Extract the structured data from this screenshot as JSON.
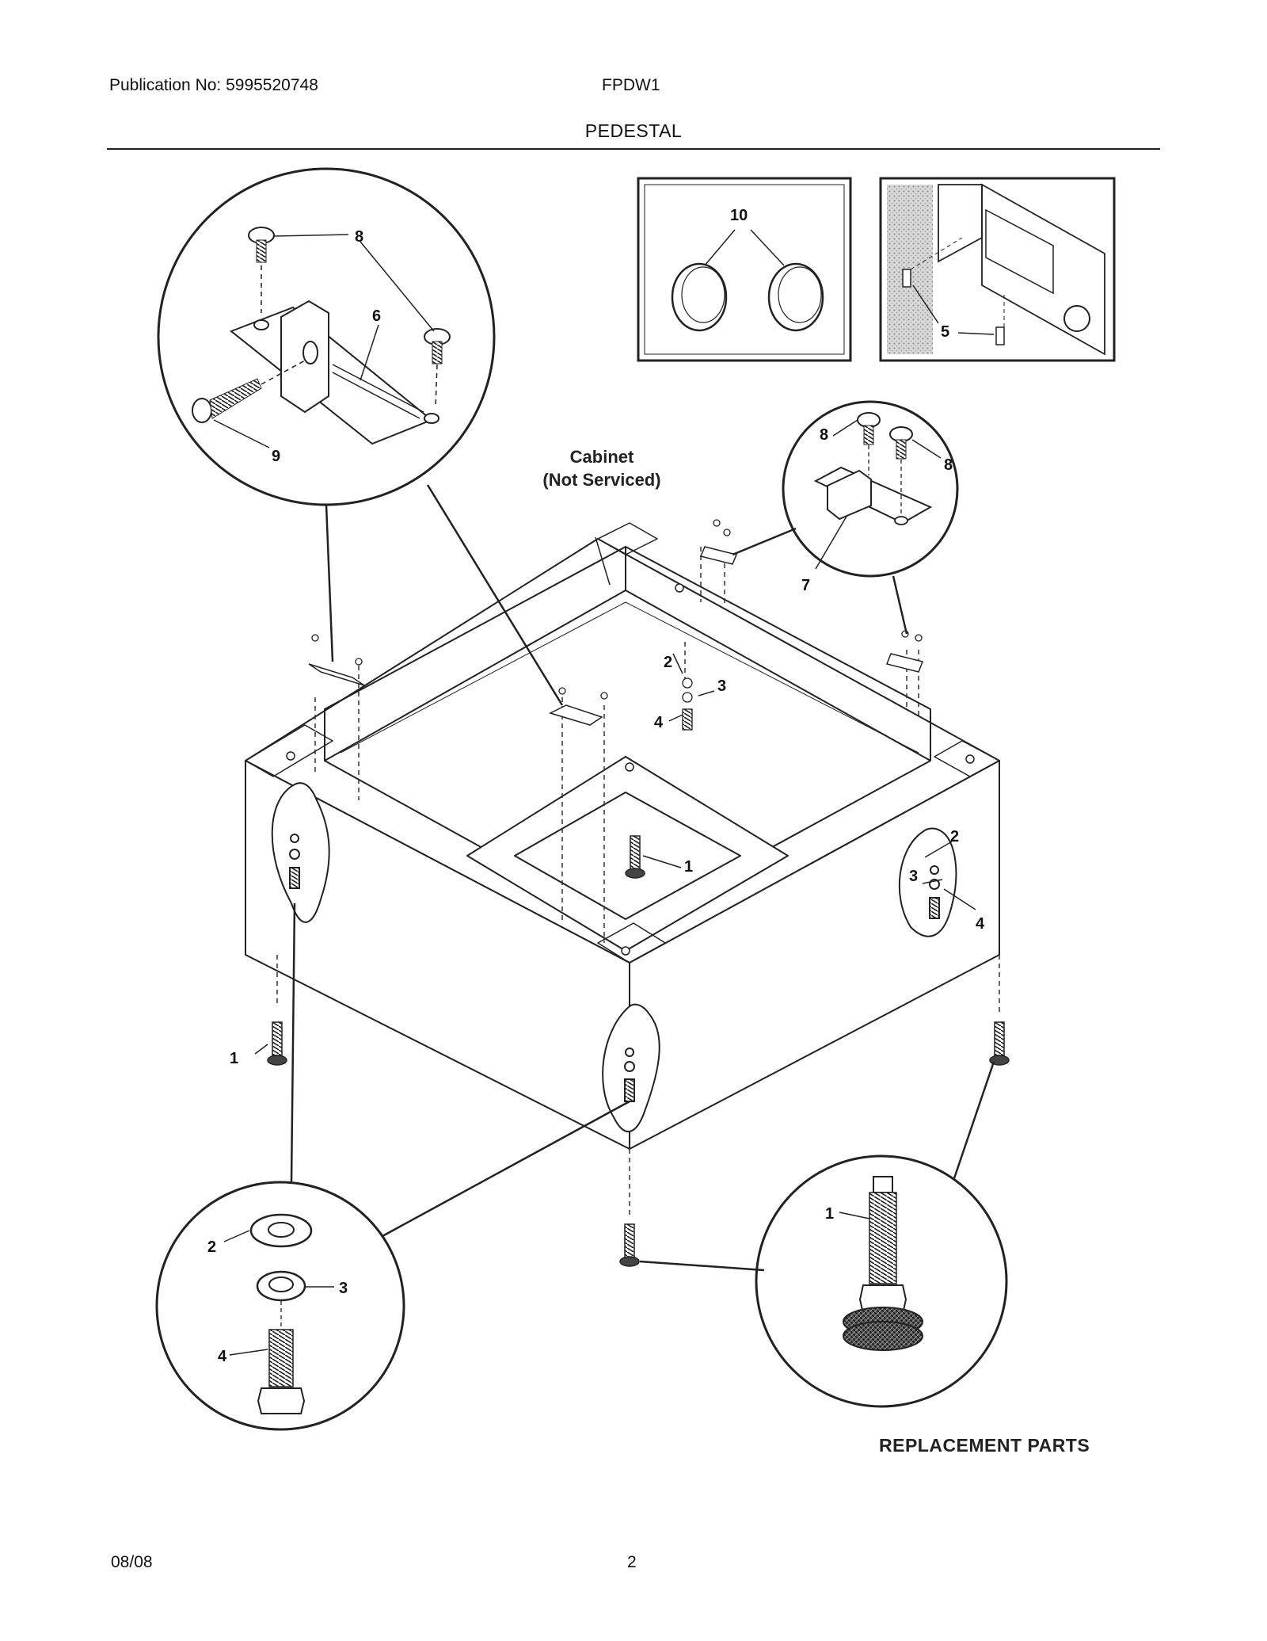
{
  "header": {
    "publication": "Publication No: 5995520748",
    "model": "FPDW1",
    "title": "PEDESTAL"
  },
  "footer": {
    "date": "08/08",
    "page": "2"
  },
  "diagram": {
    "cabinet_label_line1": "Cabinet",
    "cabinet_label_line2": "(Not Serviced)",
    "replacement_parts": "REPLACEMENT PARTS",
    "callouts": {
      "n1": "1",
      "n2": "2",
      "n3": "3",
      "n4": "4",
      "n5": "5",
      "n6": "6",
      "n7": "7",
      "n8": "8",
      "n9": "9",
      "n10": "10"
    }
  }
}
